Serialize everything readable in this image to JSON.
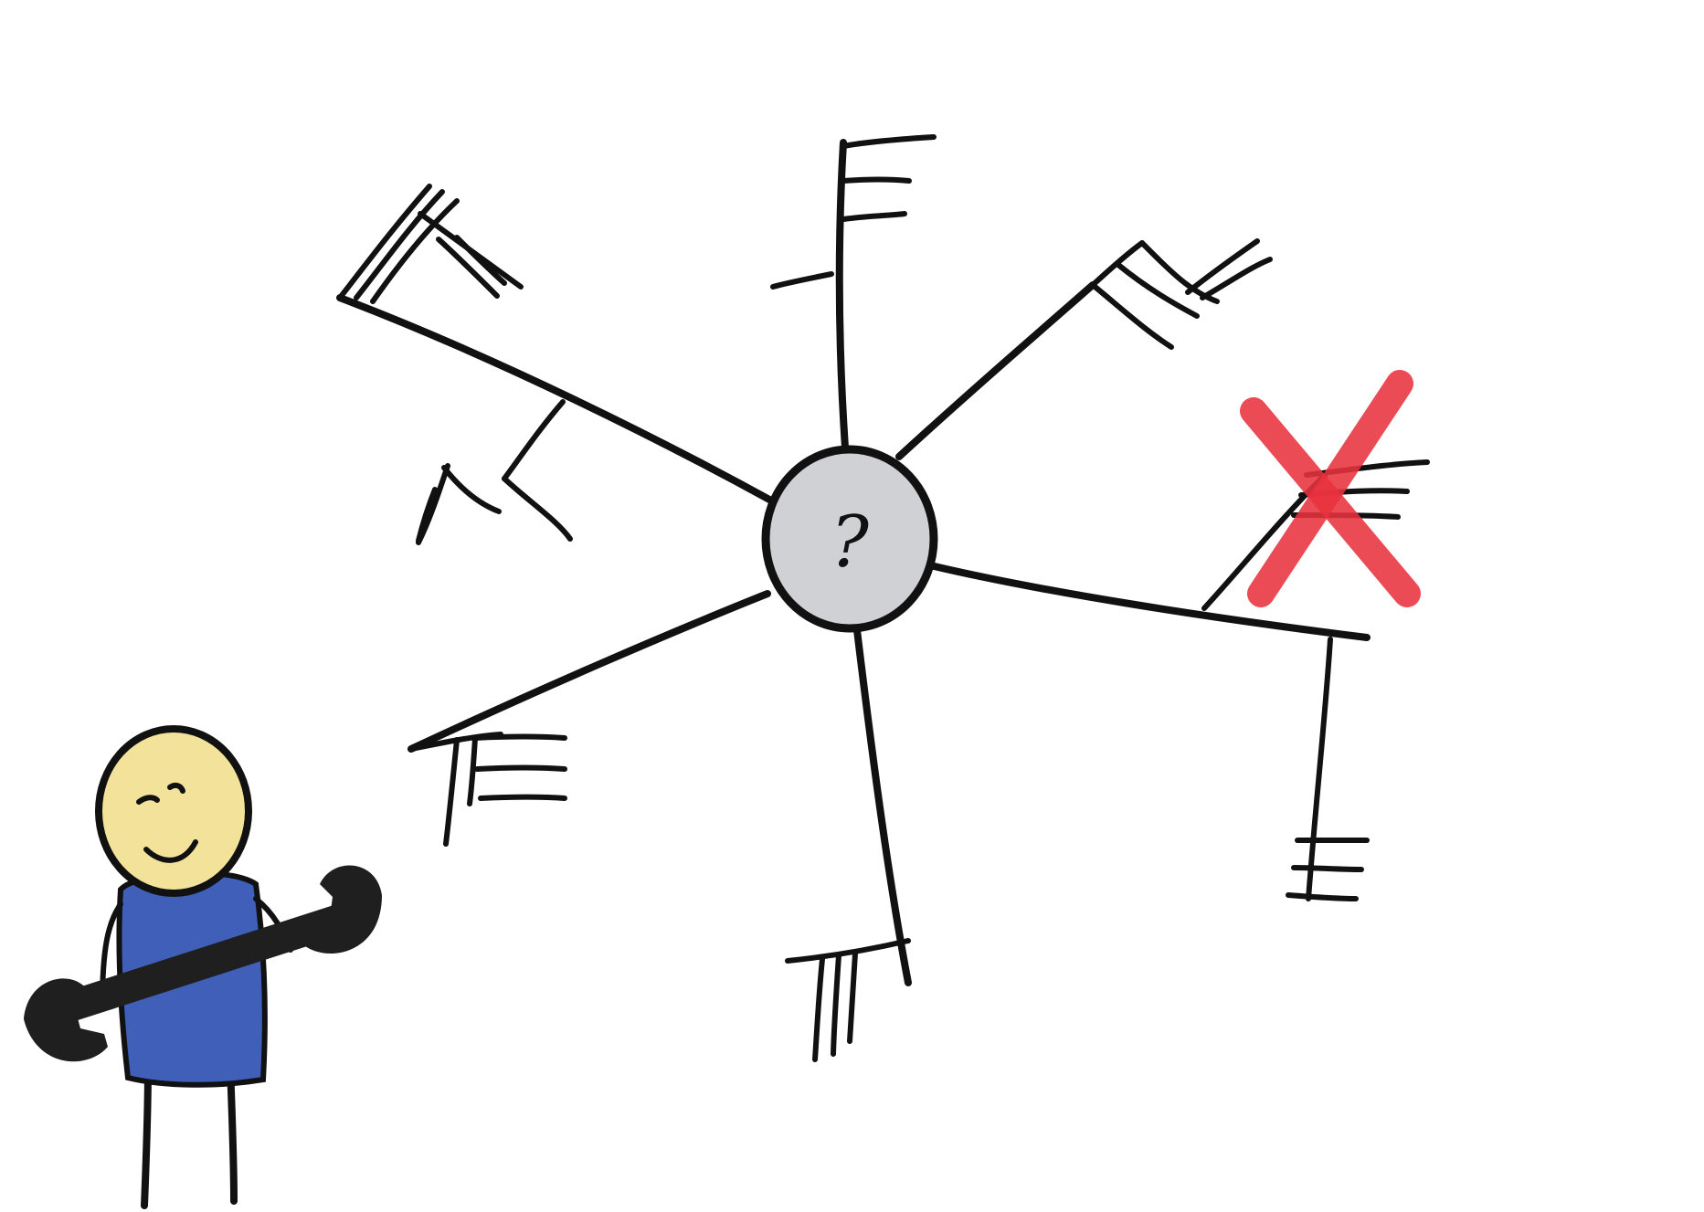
{
  "colors": {
    "frame": "#8ccc4a",
    "ink": "#111111",
    "hub_fill": "#cfd1d4",
    "cross": "#e8323e",
    "face": "#f3e39a",
    "shirt": "#3f5fb9",
    "wrench": "#1f1f1f"
  },
  "diagram": {
    "hub": {
      "label": "?"
    },
    "branches": [
      {
        "id": "upper-left",
        "crossed_out": false
      },
      {
        "id": "top",
        "crossed_out": false
      },
      {
        "id": "upper-right",
        "crossed_out": false
      },
      {
        "id": "right",
        "crossed_out": true
      },
      {
        "id": "bottom",
        "crossed_out": false
      },
      {
        "id": "lower-left",
        "crossed_out": false
      }
    ]
  },
  "figure": {
    "description_icon": "person-with-wrench-icon"
  }
}
